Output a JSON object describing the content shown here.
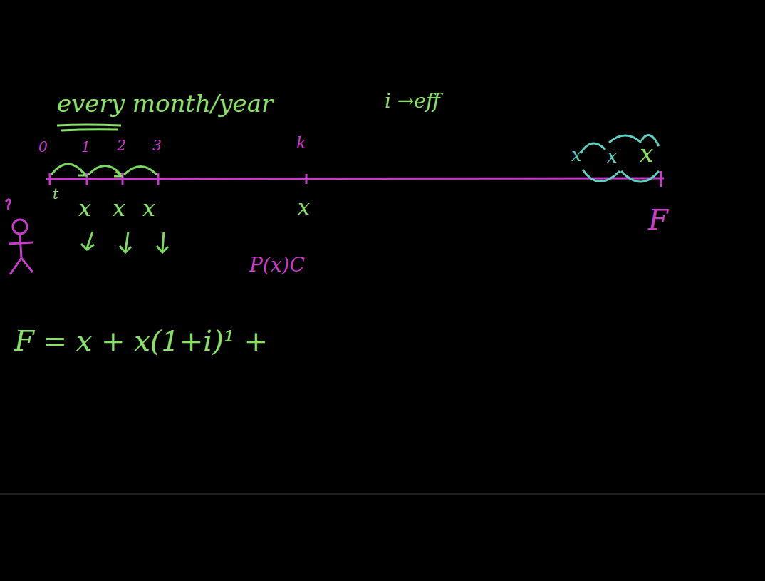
{
  "diagram": {
    "labels": [
      "every month/year",
      "i →eff",
      "0",
      "1",
      "2",
      "3",
      "k",
      "t",
      "x",
      "x",
      "x",
      "x",
      "P(x)C",
      "x",
      "x",
      "x",
      "F",
      "F = x + x(1+i)¹ +"
    ]
  }
}
